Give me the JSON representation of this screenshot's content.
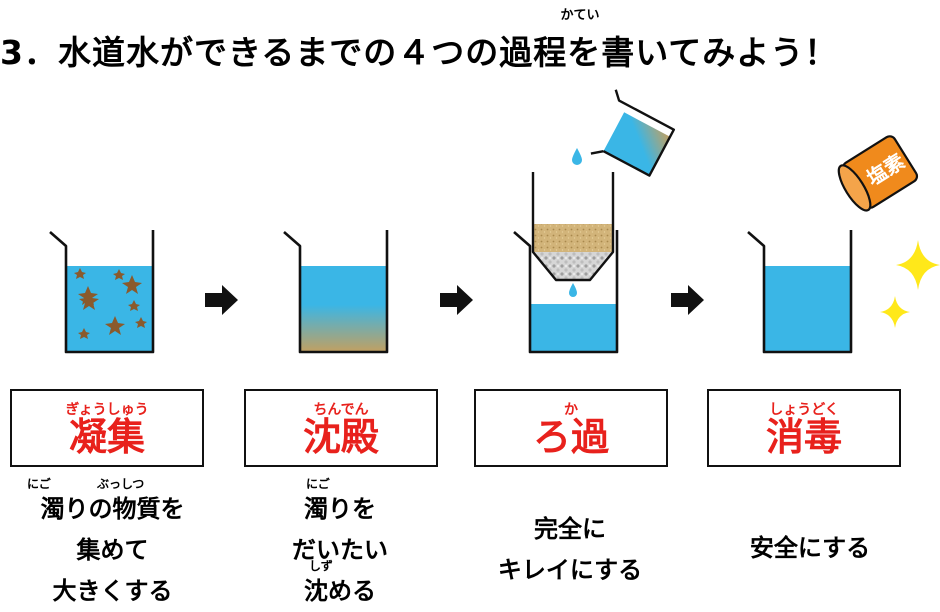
{
  "title": {
    "text": "3．水道水ができるまでの４つの過程を書いてみよう！",
    "ruby": "かてい"
  },
  "icons": {
    "arrow": "right-arrow-icon",
    "chlorine_can": "chlorine-can-icon",
    "sparkle": "sparkle-icon",
    "water_drop": "water-drop-icon"
  },
  "chlorine_label": "塩素",
  "colors": {
    "water": "#3ab6e6",
    "sediment": "#c2a061",
    "sand": "#d2b47a",
    "can": "#f08a1c",
    "term_red": "#e8211c",
    "sparkle": "#ffe81a"
  },
  "steps": [
    {
      "term": "凝集",
      "ruby": "ぎょうしゅう",
      "desc_ruby": [
        "にご",
        "ぶっしつ"
      ],
      "desc": [
        "濁りの物質を",
        "集めて",
        "大きくする"
      ]
    },
    {
      "term": "沈殿",
      "ruby": "ちんでん",
      "desc_ruby": [
        "にご",
        "しず"
      ],
      "desc": [
        "濁りを",
        "だいたい",
        "沈める"
      ]
    },
    {
      "term": "ろ過",
      "ruby": "か",
      "desc": [
        "完全に",
        "キレイにする"
      ]
    },
    {
      "term": "消毒",
      "ruby": "しょうどく",
      "desc": [
        "安全にする"
      ]
    }
  ]
}
